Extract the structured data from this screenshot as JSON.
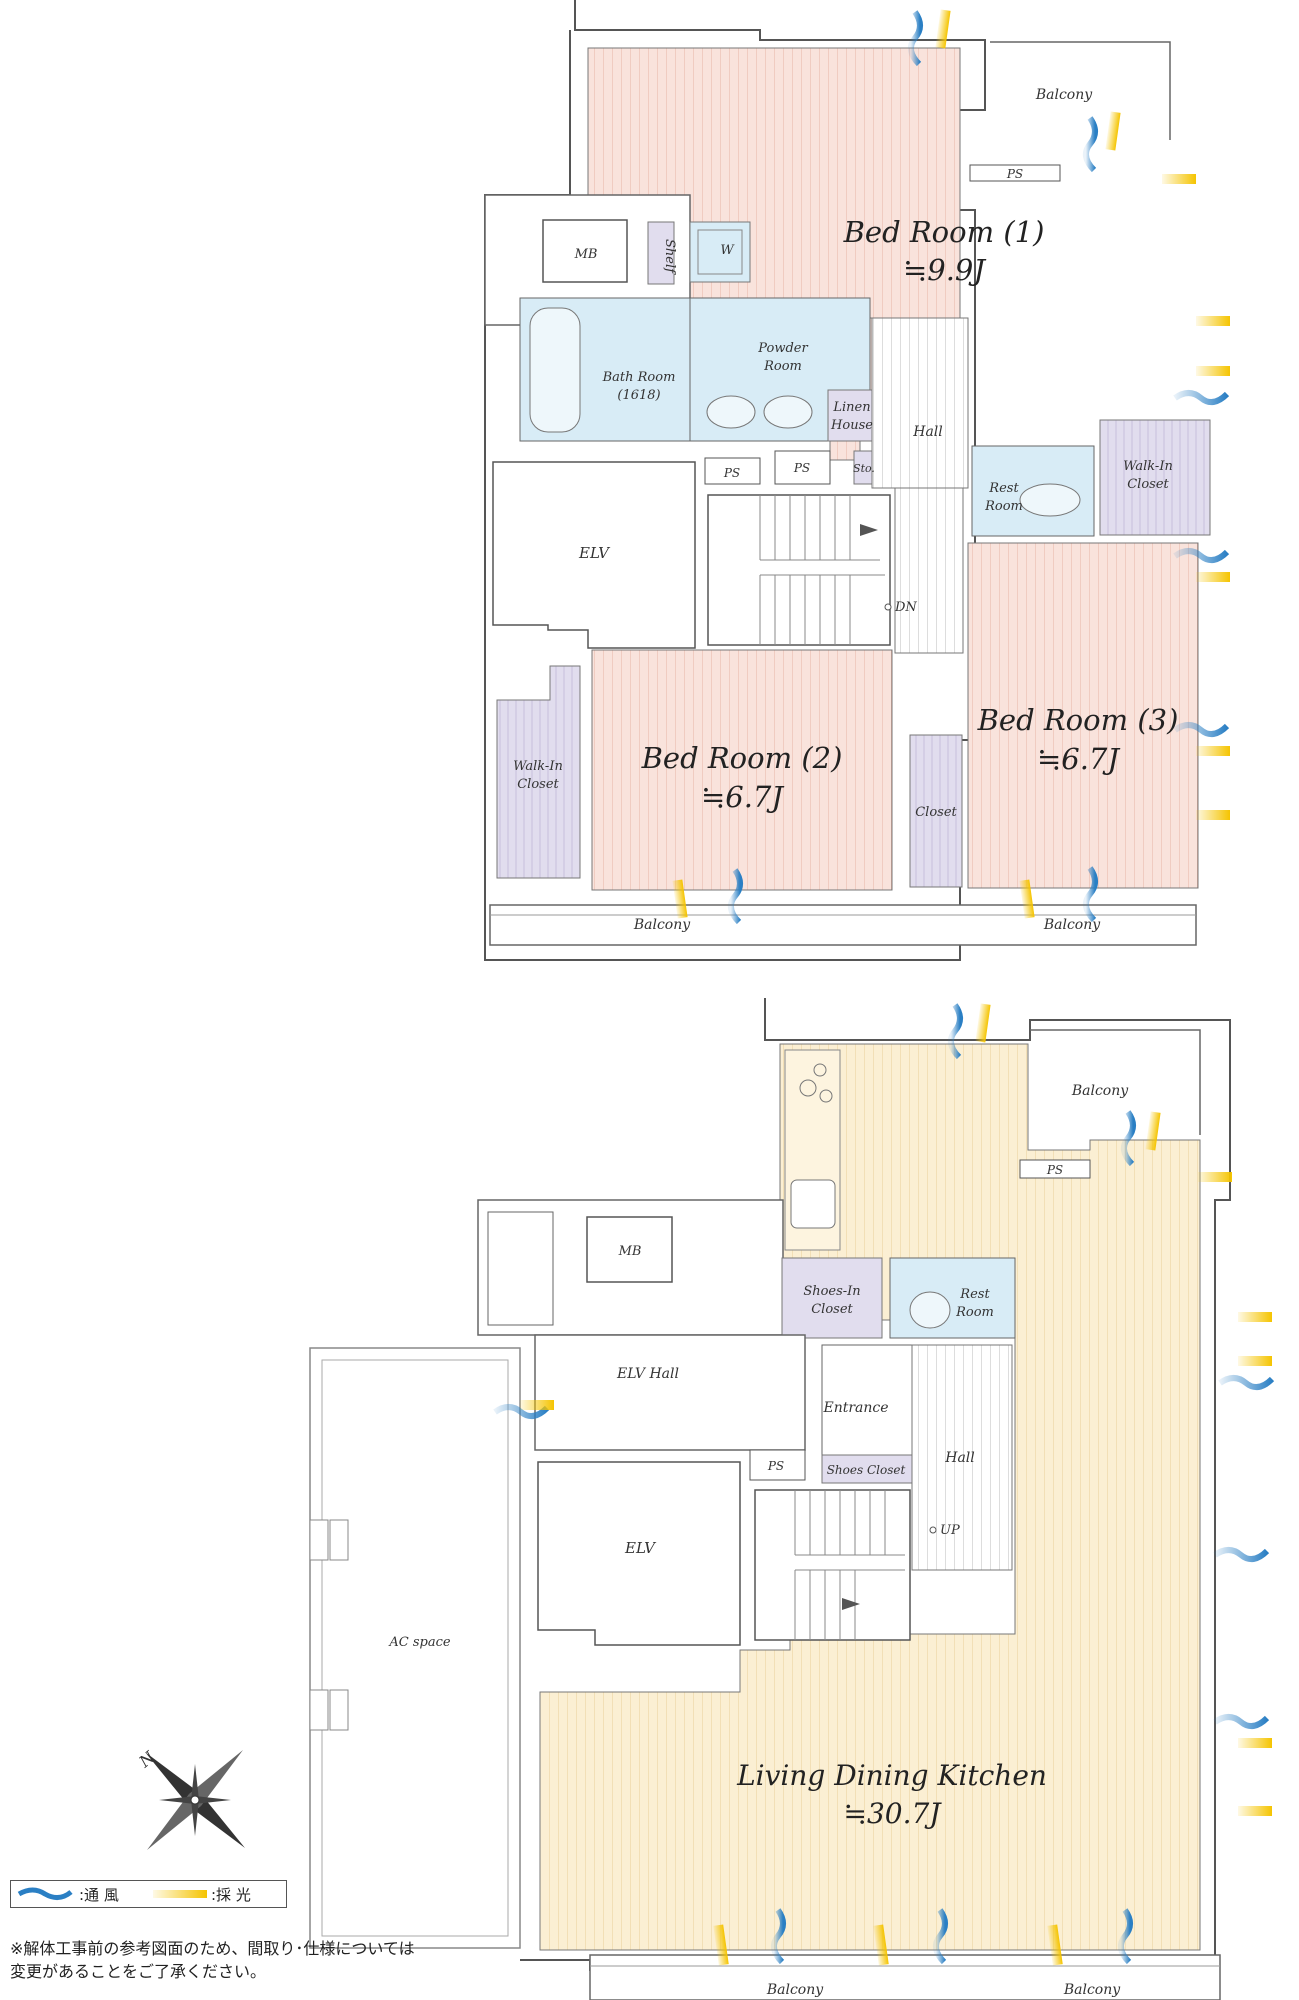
{
  "upper_floor": {
    "bed_room_1": {
      "name": "Bed Room (1)",
      "size": "≒9.9J"
    },
    "bed_room_2": {
      "name": "Bed Room (2)",
      "size": "≒6.7J"
    },
    "bed_room_3": {
      "name": "Bed Room (3)",
      "size": "≒6.7J"
    },
    "balcony_north": "Balcony",
    "balcony_south_left": "Balcony",
    "balcony_south_right": "Balcony",
    "mb": "MB",
    "shelf": "Shelf",
    "w": "W",
    "bath_room": "Bath Room",
    "bath_size": "(1618)",
    "powder_room_1": "Powder",
    "powder_room_2": "Room",
    "linen_house_1": "Linen",
    "linen_house_2": "House",
    "hall": "Hall",
    "ps_top": "PS",
    "ps_left": "PS",
    "ps_mid": "PS",
    "sto": "Sto.",
    "rest_room_1": "Rest",
    "rest_room_2": "Room",
    "walk_in_closet_r_1": "Walk-In",
    "walk_in_closet_r_2": "Closet",
    "elv": "ELV",
    "dn": "DN",
    "walk_in_closet_l_1": "Walk-In",
    "walk_in_closet_l_2": "Closet",
    "closet": "Closet"
  },
  "lower_floor": {
    "ldk": {
      "name": "Living Dining Kitchen",
      "size": "≒30.7J"
    },
    "balcony_north": "Balcony",
    "balcony_south_left": "Balcony",
    "balcony_south_right": "Balcony",
    "ps_top": "PS",
    "mb": "MB",
    "shoes_in_closet_1": "Shoes-In",
    "shoes_in_closet_2": "Closet",
    "rest_room_1": "Rest",
    "rest_room_2": "Room",
    "elv_hall": "ELV Hall",
    "entrance": "Entrance",
    "ps_hall": "PS",
    "shoes_closet": "Shoes Closet",
    "hall": "Hall",
    "up": "UP",
    "elv": "ELV",
    "ac_space": "AC space"
  },
  "compass": {
    "north": "N"
  },
  "legend": {
    "wind": ":通 風",
    "light": ":採 光"
  },
  "note": {
    "line1": "※解体工事前の参考図面のため、間取り･仕様については",
    "line2": "変更があることをご了承ください。"
  },
  "colors": {
    "bedroom": "#f9e3dc",
    "ldk": "#fbefd3",
    "wet_area": "#d8ecf6",
    "closet": "#e1ddee",
    "wall": "#555555",
    "wind": "#2a7fc4",
    "light": "#f5c400"
  }
}
